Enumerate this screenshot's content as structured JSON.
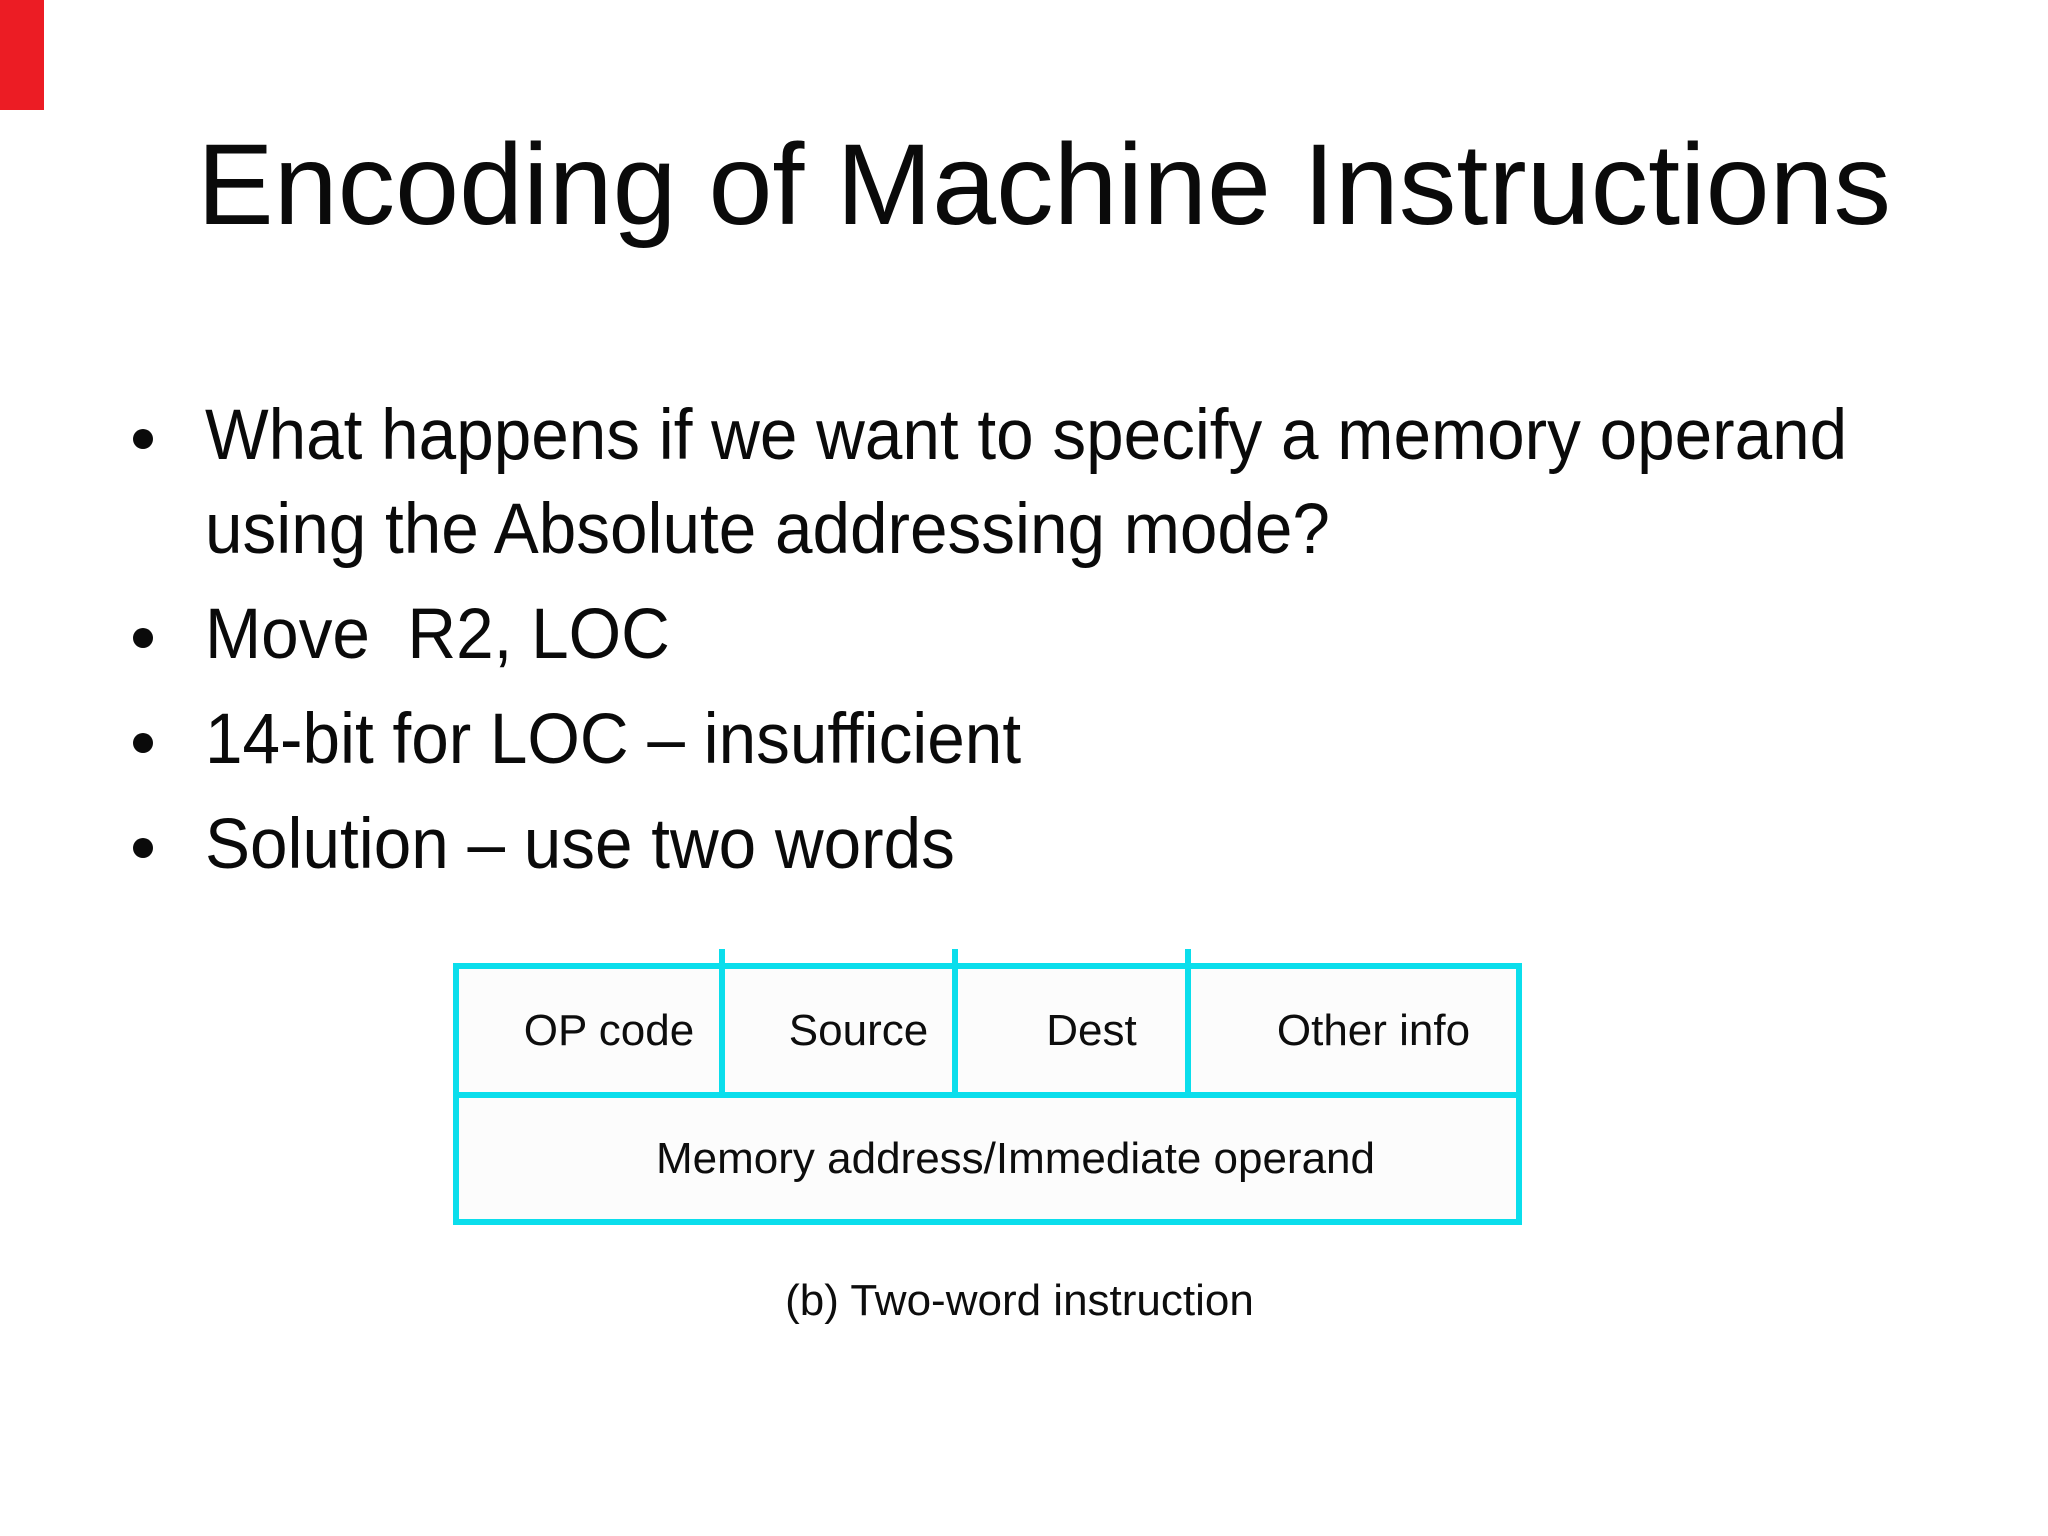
{
  "slide": {
    "title": "Encoding of Machine Instructions",
    "bullets": [
      {
        "lines": [
          "What happens if we want to specify a memory operand",
          "using the Absolute addressing mode?"
        ]
      },
      {
        "lines": [
          "Move  R2, LOC"
        ]
      },
      {
        "lines": [
          "14-bit for LOC – insufficient"
        ]
      },
      {
        "lines": [
          "Solution – use two words"
        ]
      }
    ],
    "figure": {
      "row1_cells": [
        "OP code",
        "Source",
        "Dest",
        "Other info"
      ],
      "row2_label": "Memory address/Immediate operand",
      "caption": "(b) Two-word instruction"
    },
    "colors": {
      "figure_border": "#0bdeec",
      "corner_marker": "#ec1c24",
      "text": "#0a0a0a",
      "background": "#ffffff"
    }
  }
}
